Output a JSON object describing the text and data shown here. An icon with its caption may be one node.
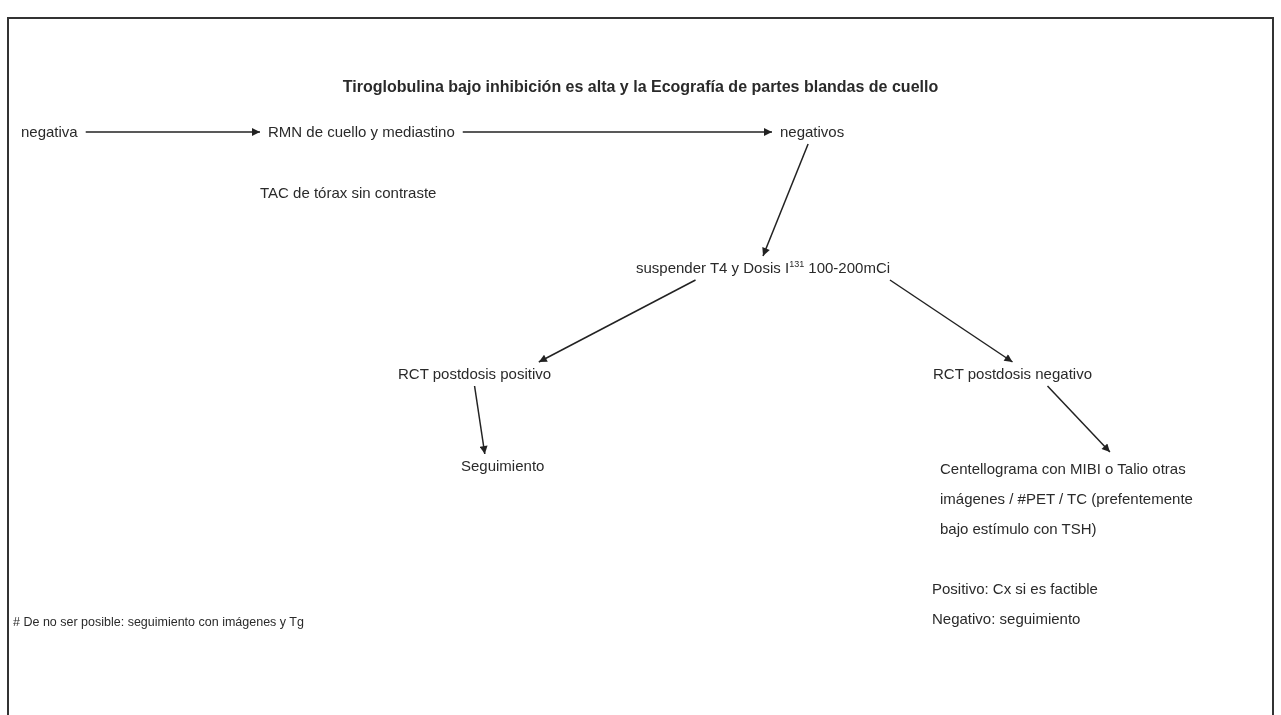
{
  "diagram": {
    "title": "Tiroglobulina bajo inhibición es alta y la Ecografía de partes blandas de cuello",
    "nodes": [
      {
        "text": [
          "negativa"
        ]
      },
      {
        "text": [
          "RMN de cuello y mediastino"
        ]
      },
      {
        "text": [
          "negativos"
        ]
      },
      {
        "text": [
          "suspender T4 y Dosis I$^{131}$ 100-200mCi"
        ]
      },
      {
        "text": [
          "RCT postdosis positivo"
        ]
      },
      {
        "text": [
          "RCT postdosis negativo"
        ]
      },
      {
        "text": [
          "Seguimiento"
        ]
      },
      {
        "text": [
          "Centellograma con MIBI o Talio otras imágenes / #PET / TC (prefentemente bajo estímulo con TSH)"
        ]
      }
    ],
    "edges": [
      {
        "from": 0,
        "to": 1,
        "arrow": "to"
      },
      {
        "from": 1,
        "to": 2,
        "arrow": "to"
      },
      {
        "from": 2,
        "to": 3,
        "arrow": "to"
      },
      {
        "from": 3,
        "to": 4,
        "arrow": "to"
      },
      {
        "from": 3,
        "to": 5,
        "arrow": "to"
      },
      {
        "from": 4,
        "to": 6,
        "arrow": "to"
      },
      {
        "from": 5,
        "to": 7,
        "arrow": "to"
      }
    ],
    "labels": [
      "TAC de tórax sin contraste",
      "Positivo: Cx si es factible",
      "Negativo: seguimiento",
      "# De no ser posible: seguimiento con imágenes y Tg"
    ]
  }
}
